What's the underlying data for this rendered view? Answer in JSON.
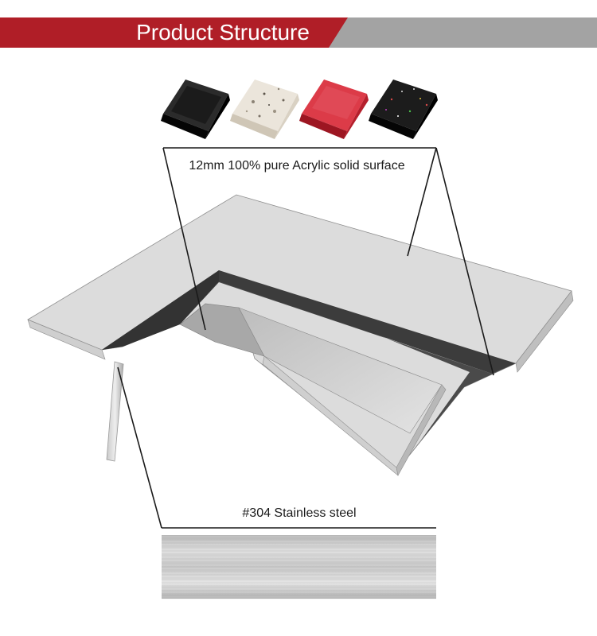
{
  "header": {
    "title": "Product Structure",
    "colors": {
      "red": "#b01e27",
      "gray": "#a3a3a3"
    }
  },
  "swatches": [
    {
      "name": "black",
      "color": "#111111"
    },
    {
      "name": "white-granite",
      "color": "#e8e2d8"
    },
    {
      "name": "red",
      "color": "#d6323f"
    },
    {
      "name": "black-sparkle",
      "color": "#151515"
    }
  ],
  "labels": {
    "surface": "12mm 100% pure Acrylic solid surface",
    "steel": "#304 Stainless steel"
  }
}
